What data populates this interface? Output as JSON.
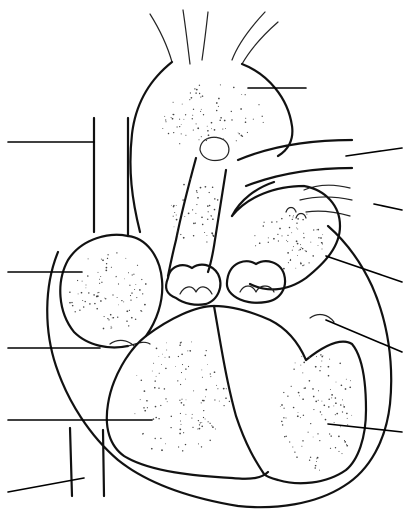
{
  "diagram": {
    "kind": "unlabeled-heart-cross-section",
    "ink_color": "#111111",
    "background_color": "#ffffff",
    "label_lines": [
      {
        "id": "superior-vena-cava"
      },
      {
        "id": "aorta"
      },
      {
        "id": "pulmonary-artery"
      },
      {
        "id": "pulmonary-veins"
      },
      {
        "id": "left-atrium"
      },
      {
        "id": "right-atrium"
      },
      {
        "id": "mitral-valve"
      },
      {
        "id": "tricuspid-valve"
      },
      {
        "id": "right-ventricle"
      },
      {
        "id": "left-ventricle"
      },
      {
        "id": "inferior-vena-cava"
      }
    ]
  }
}
